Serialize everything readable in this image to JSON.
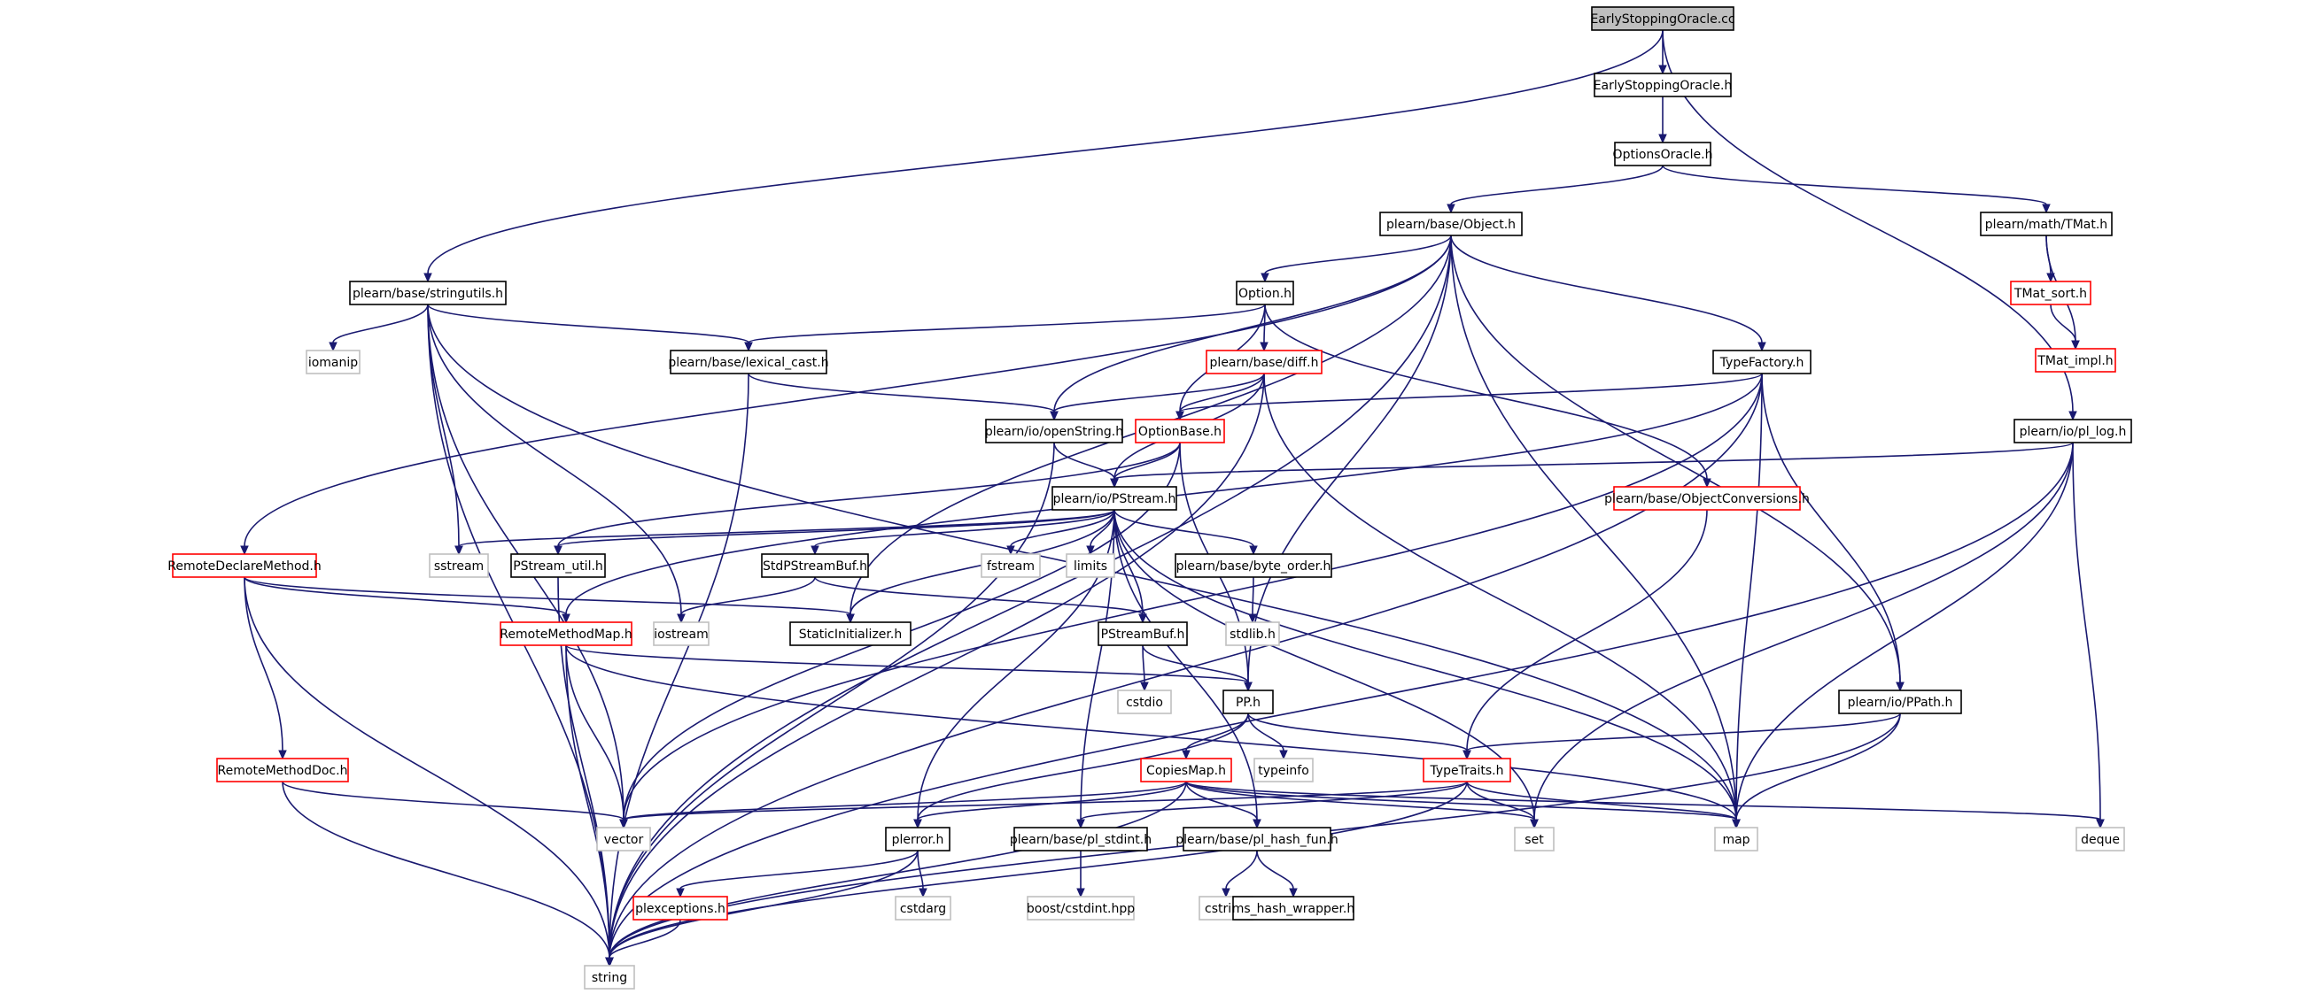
{
  "graph": {
    "colors": {
      "edge": "#191970",
      "local_header_border": "#000000",
      "undocumented_border": "#ff0000",
      "system_header_border": "#bfbfbf",
      "root_fill": "#bfbfbf"
    },
    "nodes": [
      {
        "id": "root",
        "label": "EarlyStoppingOracle.cc",
        "kind": "root"
      },
      {
        "id": "esoh",
        "label": "EarlyStoppingOracle.h",
        "kind": "black"
      },
      {
        "id": "oo",
        "label": "OptionsOracle.h",
        "kind": "black"
      },
      {
        "id": "obj",
        "label": "plearn/base/Object.h",
        "kind": "black"
      },
      {
        "id": "tmat",
        "label": "plearn/math/TMat.h",
        "kind": "black"
      },
      {
        "id": "strutil",
        "label": "plearn/base/stringutils.h",
        "kind": "black"
      },
      {
        "id": "option",
        "label": "Option.h",
        "kind": "black"
      },
      {
        "id": "tmatsort",
        "label": "TMat_sort.h",
        "kind": "red"
      },
      {
        "id": "tmatimpl",
        "label": "TMat_impl.h",
        "kind": "red"
      },
      {
        "id": "iomanip",
        "label": "iomanip",
        "kind": "grey"
      },
      {
        "id": "lexcast",
        "label": "plearn/base/lexical_cast.h",
        "kind": "black"
      },
      {
        "id": "diff",
        "label": "plearn/base/diff.h",
        "kind": "red"
      },
      {
        "id": "typefac",
        "label": "TypeFactory.h",
        "kind": "black"
      },
      {
        "id": "openstr",
        "label": "plearn/io/openString.h",
        "kind": "black"
      },
      {
        "id": "optbase",
        "label": "OptionBase.h",
        "kind": "red"
      },
      {
        "id": "pllog",
        "label": "plearn/io/pl_log.h",
        "kind": "black"
      },
      {
        "id": "pstream",
        "label": "plearn/io/PStream.h",
        "kind": "black"
      },
      {
        "id": "objconv",
        "label": "plearn/base/ObjectConversions.h",
        "kind": "red"
      },
      {
        "id": "rdm",
        "label": "RemoteDeclareMethod.h",
        "kind": "red"
      },
      {
        "id": "sstream",
        "label": "sstream",
        "kind": "grey"
      },
      {
        "id": "psutil",
        "label": "PStream_util.h",
        "kind": "black"
      },
      {
        "id": "stdps",
        "label": "StdPStreamBuf.h",
        "kind": "black"
      },
      {
        "id": "fstream",
        "label": "fstream",
        "kind": "grey"
      },
      {
        "id": "limits",
        "label": "limits",
        "kind": "grey"
      },
      {
        "id": "byteorder",
        "label": "plearn/base/byte_order.h",
        "kind": "black"
      },
      {
        "id": "rmm",
        "label": "RemoteMethodMap.h",
        "kind": "red"
      },
      {
        "id": "iostream",
        "label": "iostream",
        "kind": "grey"
      },
      {
        "id": "staticinit",
        "label": "StaticInitializer.h",
        "kind": "black"
      },
      {
        "id": "psbuf",
        "label": "PStreamBuf.h",
        "kind": "black"
      },
      {
        "id": "stdlib",
        "label": "stdlib.h",
        "kind": "grey"
      },
      {
        "id": "cstdio",
        "label": "cstdio",
        "kind": "grey"
      },
      {
        "id": "pph",
        "label": "PP.h",
        "kind": "black"
      },
      {
        "id": "ppath",
        "label": "plearn/io/PPath.h",
        "kind": "black"
      },
      {
        "id": "rmdoc",
        "label": "RemoteMethodDoc.h",
        "kind": "red"
      },
      {
        "id": "copiesmap",
        "label": "CopiesMap.h",
        "kind": "red"
      },
      {
        "id": "typeinfo",
        "label": "typeinfo",
        "kind": "grey"
      },
      {
        "id": "typetraits",
        "label": "TypeTraits.h",
        "kind": "red"
      },
      {
        "id": "vector",
        "label": "vector",
        "kind": "grey"
      },
      {
        "id": "plerror",
        "label": "plerror.h",
        "kind": "black"
      },
      {
        "id": "plstdint",
        "label": "plearn/base/pl_stdint.h",
        "kind": "black"
      },
      {
        "id": "plhash",
        "label": "plearn/base/pl_hash_fun.h",
        "kind": "black"
      },
      {
        "id": "set",
        "label": "set",
        "kind": "grey"
      },
      {
        "id": "map",
        "label": "map",
        "kind": "grey"
      },
      {
        "id": "deque",
        "label": "deque",
        "kind": "grey"
      },
      {
        "id": "cstdarg",
        "label": "cstdarg",
        "kind": "grey"
      },
      {
        "id": "boost",
        "label": "boost/cstdint.hpp",
        "kind": "grey"
      },
      {
        "id": "cstring",
        "label": "cstring",
        "kind": "grey"
      },
      {
        "id": "mshash",
        "label": "ms_hash_wrapper.h",
        "kind": "black"
      },
      {
        "id": "plexc",
        "label": "plexceptions.h",
        "kind": "red"
      },
      {
        "id": "string",
        "label": "string",
        "kind": "grey"
      }
    ]
  }
}
